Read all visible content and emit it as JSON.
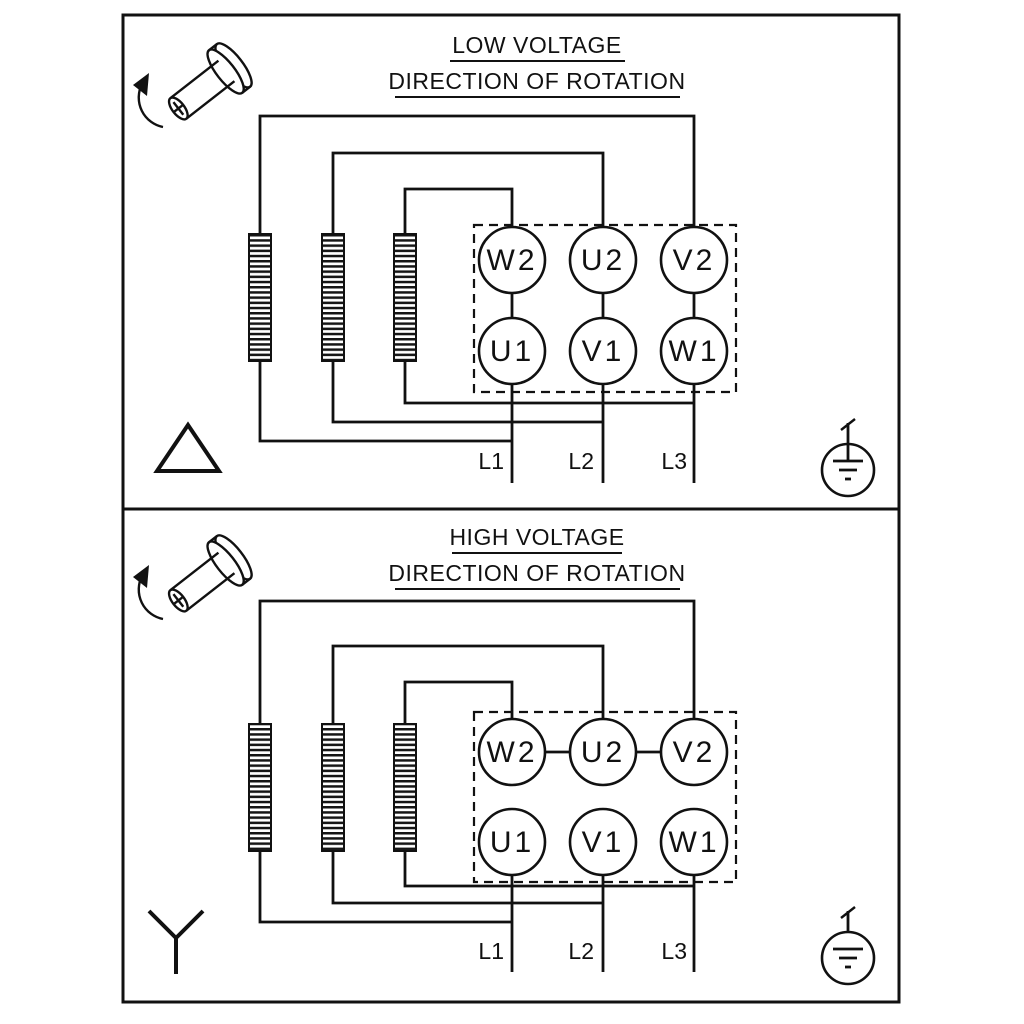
{
  "diagram": {
    "panels": [
      {
        "title": "LOW VOLTAGE",
        "subtitle": "DIRECTION OF ROTATION",
        "connection_symbol": "delta",
        "terminals_top": [
          "W2",
          "U2",
          "V2"
        ],
        "terminals_bottom": [
          "U1",
          "V1",
          "W1"
        ],
        "line_labels": [
          "L1",
          "L2",
          "L3"
        ]
      },
      {
        "title": "HIGH VOLTAGE",
        "subtitle": "DIRECTION OF ROTATION",
        "connection_symbol": "wye",
        "terminals_top": [
          "W2",
          "U2",
          "V2"
        ],
        "terminals_bottom": [
          "U1",
          "V1",
          "W1"
        ],
        "line_labels": [
          "L1",
          "L2",
          "L3"
        ]
      }
    ],
    "colors": {
      "line": "#111111",
      "background": "#ffffff"
    }
  }
}
